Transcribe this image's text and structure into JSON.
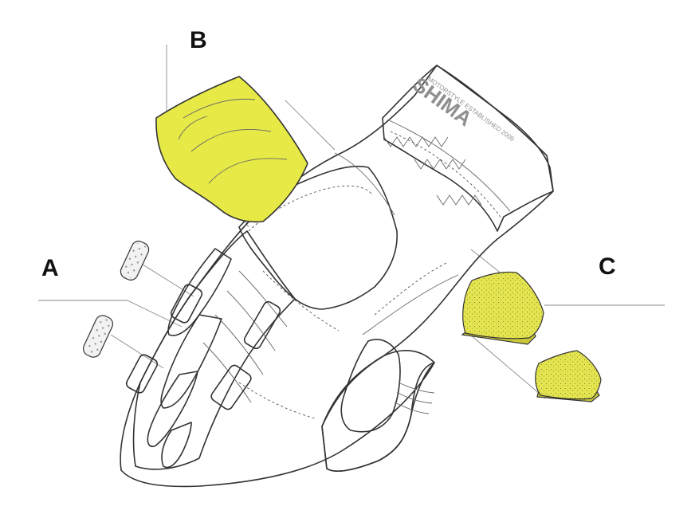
{
  "labels": {
    "a": "A",
    "b": "B",
    "c": "C"
  },
  "brand": {
    "name": "SHIMA",
    "tagline": "MOTORSTYLE ESTABLISHED 2009"
  },
  "colors": {
    "pad_yellow": "#e6e946",
    "foam_yellow": "#e4e450",
    "outline": "#333333",
    "leader_line": "#8a8a8a"
  }
}
